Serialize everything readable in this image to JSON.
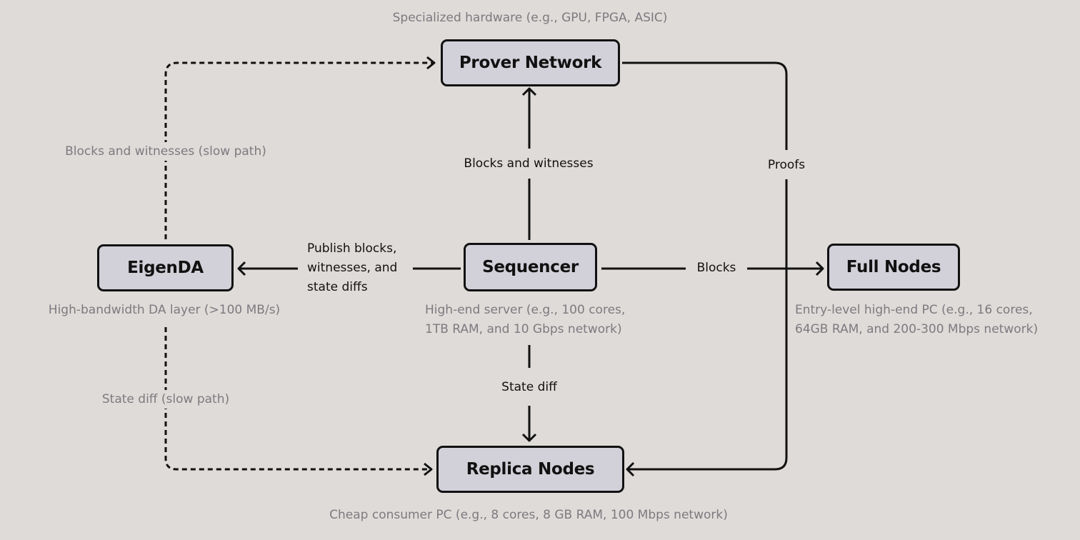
{
  "nodes": {
    "prover": {
      "label": "Prover Network",
      "caption": "Specialized hardware (e.g., GPU, FPGA, ASIC)"
    },
    "eigenda": {
      "label": "EigenDA",
      "caption": "High-bandwidth DA layer (>100 MB/s)"
    },
    "sequencer": {
      "label": "Sequencer",
      "caption_line1": "High-end server (e.g., 100 cores,",
      "caption_line2": "1TB RAM, and 10 Gbps network)"
    },
    "full_nodes": {
      "label": "Full Nodes",
      "caption_line1": "Entry-level high-end PC (e.g., 16 cores,",
      "caption_line2": "64GB RAM, and 200-300 Mbps network)"
    },
    "replica": {
      "label": "Replica Nodes",
      "caption": "Cheap consumer PC (e.g., 8 cores, 8 GB RAM, 100 Mbps network)"
    }
  },
  "edges": {
    "seq_to_prover": "Blocks and witnesses",
    "seq_to_eigenda_line1": "Publish blocks,",
    "seq_to_eigenda_line2": "witnesses, and",
    "seq_to_eigenda_line3": "state diffs",
    "seq_to_full": "Blocks",
    "prover_to_replica": "Proofs",
    "seq_to_replica": "State diff",
    "eigenda_to_prover": "Blocks and witnesses (slow path)",
    "eigenda_to_replica": "State diff (slow path)"
  },
  "colors": {
    "background": "#dfdbd8",
    "node_fill": "#d2d1d9",
    "stroke": "#111111",
    "caption": "#7c7a80"
  }
}
